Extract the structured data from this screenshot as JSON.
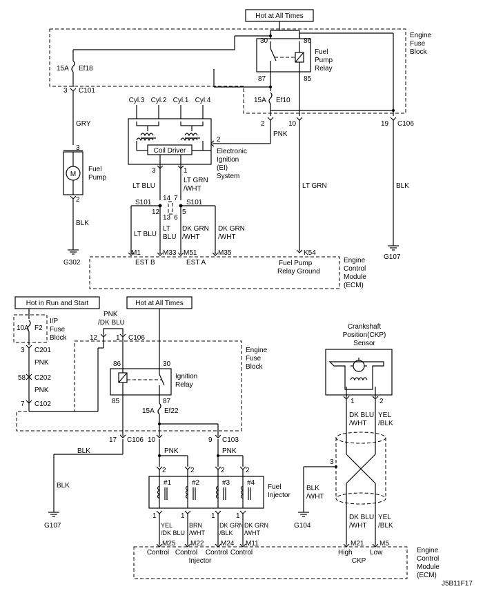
{
  "top": {
    "hot_always": "Hot at All Times",
    "engine_fuse_block": [
      "Engine",
      "Fuse",
      "Block"
    ],
    "fuel_pump_relay": [
      "Fuel",
      "Pump",
      "Relay"
    ],
    "pin_30": "30",
    "pin_86": "86",
    "pin_87": "87",
    "pin_85": "85",
    "fuse_ef18_amp": "15A",
    "fuse_ef18": "Ef18",
    "fuse_ef10_amp": "15A",
    "fuse_ef10": "Ef10",
    "c101_pin": "3",
    "c101": "C101",
    "c106_p2": "2",
    "c106_p10": "10",
    "c106_p19": "19",
    "c106": "C106",
    "pnk": "PNK",
    "gry": "GRY",
    "blk": "BLK",
    "blk2": "BLK",
    "lt_grn": "LT GRN",
    "cyl3": "Cyl.3",
    "cyl2": "Cyl.2",
    "cyl1": "Cyl.1",
    "cyl4": "Cyl.4",
    "coil_driver": "Coil Driver",
    "ei_pin2": "2",
    "ei_system": [
      "Electronic",
      "Ignition",
      "(EI)",
      "System"
    ],
    "ei_pin3": "3",
    "ei_pin1": "1",
    "fuel_pump": [
      "Fuel",
      "Pump"
    ],
    "pump_motor": "M",
    "pump_pin3": "3",
    "pump_pin2": "2",
    "lt_blu": "LT BLU",
    "lt_grn_wht": [
      "LT GRN",
      "/WHT"
    ],
    "s101_left": "S101",
    "s101_right": "S101",
    "p14": "14",
    "p7": "7",
    "p12": "12",
    "p5": "5",
    "p13": "13",
    "p6": "6",
    "lt_blu2": "LT BLU",
    "lt_blu3": [
      "LT",
      "BLU"
    ],
    "dk_grn_wht": [
      "DK GRN",
      "/WHT"
    ],
    "dk_grn_wht2": [
      "DK GRN",
      "/WHT"
    ],
    "m1": "M1",
    "m33": "M33",
    "m51": "M51",
    "m35": "M35",
    "k54": "K54",
    "est_b": "EST B",
    "est_a": "EST A",
    "fuel_pump_relay_ground": [
      "Fuel Pump",
      "Relay Ground"
    ],
    "ecm": [
      "Engine",
      "Control",
      "Module",
      "(ECM)"
    ],
    "g302": "G302",
    "g107": "G107"
  },
  "bottom": {
    "hot_run_start": "Hot in Run and Start",
    "hot_always": "Hot at All Times",
    "fuse_f2_amp": "10A",
    "fuse_f2": "F2",
    "ip_fuse_block": [
      "I/P",
      "Fuse",
      "Block"
    ],
    "c201_pin": "3",
    "c201": "C201",
    "pnk1": "PNK",
    "c202_pin": "58",
    "c202": "C202",
    "pnk2": "PNK",
    "c102_pin": "7",
    "c102": "C102",
    "pnk_dk_blu": [
      "PNK",
      "/DK BLU"
    ],
    "c106_p12": "12",
    "c106_p1": "1",
    "c106": "C106",
    "engine_fuse_block": [
      "Engine",
      "Fuse",
      "Block"
    ],
    "pin_86": "86",
    "pin_30": "30",
    "pin_85": "85",
    "pin_87": "87",
    "ignition_relay": [
      "Ignition",
      "Relay"
    ],
    "fuse_ef22_amp": "15A",
    "fuse_ef22": "Ef22",
    "c106_p17": "17",
    "c106b": "C106",
    "c106_p10": "10",
    "c103_p9": "9",
    "c103": "C103",
    "blk": "BLK",
    "blk2": "BLK",
    "pnk3": "PNK",
    "pnk4": "PNK",
    "inj_pin2": [
      "2",
      "2",
      "2",
      "2"
    ],
    "inj_num": [
      "#1",
      "#2",
      "#3",
      "#4"
    ],
    "fuel_injector": [
      "Fuel",
      "Injector"
    ],
    "inj_pin1": [
      "1",
      "1",
      "1",
      "1"
    ],
    "inj_wire": [
      [
        "YEL",
        "/DK BLU"
      ],
      [
        "BRN",
        "/WHT"
      ],
      [
        "DK GRN",
        "/BLK"
      ],
      [
        "DK GRN",
        "/WHT"
      ]
    ],
    "inj_term": [
      "M25",
      "M22",
      "M24",
      "M11"
    ],
    "control": [
      "Control",
      "Control",
      "Control",
      "Control"
    ],
    "injector": "Injector",
    "g107": "G107",
    "ckp_sensor": [
      "Crankshaft",
      "Position(CKP)",
      "Sensor"
    ],
    "ckp_pin1": "1",
    "ckp_pin2": "2",
    "dk_blu_wht": [
      "DK BLU",
      "/WHT"
    ],
    "yel_blk": [
      "YEL",
      "/BLK"
    ],
    "shield_pin": "3",
    "blk_wht": [
      "BLK",
      "/WHT"
    ],
    "dk_blu_wht2": [
      "DK BLU",
      "/WHT"
    ],
    "yel_blk2": [
      "YEL",
      "/BLK"
    ],
    "m21": "M21",
    "m5": "M5",
    "high": "High",
    "low": "Low",
    "ckp": "CKP",
    "g104": "G104",
    "ecm": [
      "Engine",
      "Control",
      "Module",
      "(ECM)"
    ],
    "figure_id": "J5B11F17"
  }
}
